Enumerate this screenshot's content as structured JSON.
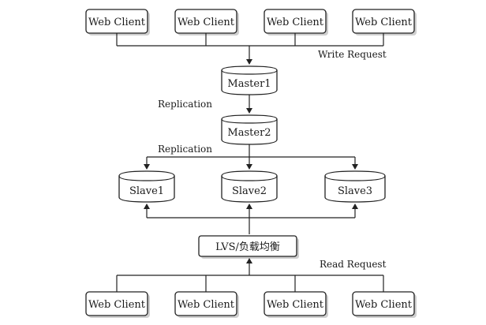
{
  "write_clients": [
    "Web Client",
    "Web Client",
    "Web Client",
    "Web Client"
  ],
  "read_clients": [
    "Web Client",
    "Web Client",
    "Web Client",
    "Web Client"
  ],
  "master1": "Master1",
  "master2": "Master2",
  "slaves": [
    "Slave1",
    "Slave2",
    "Slave3"
  ],
  "load_balancer": "LVS/负载均衡",
  "labels": {
    "write_request": "Write Request",
    "replication_1": "Replication",
    "replication_2": "Replication",
    "read_request": "Read Request"
  }
}
